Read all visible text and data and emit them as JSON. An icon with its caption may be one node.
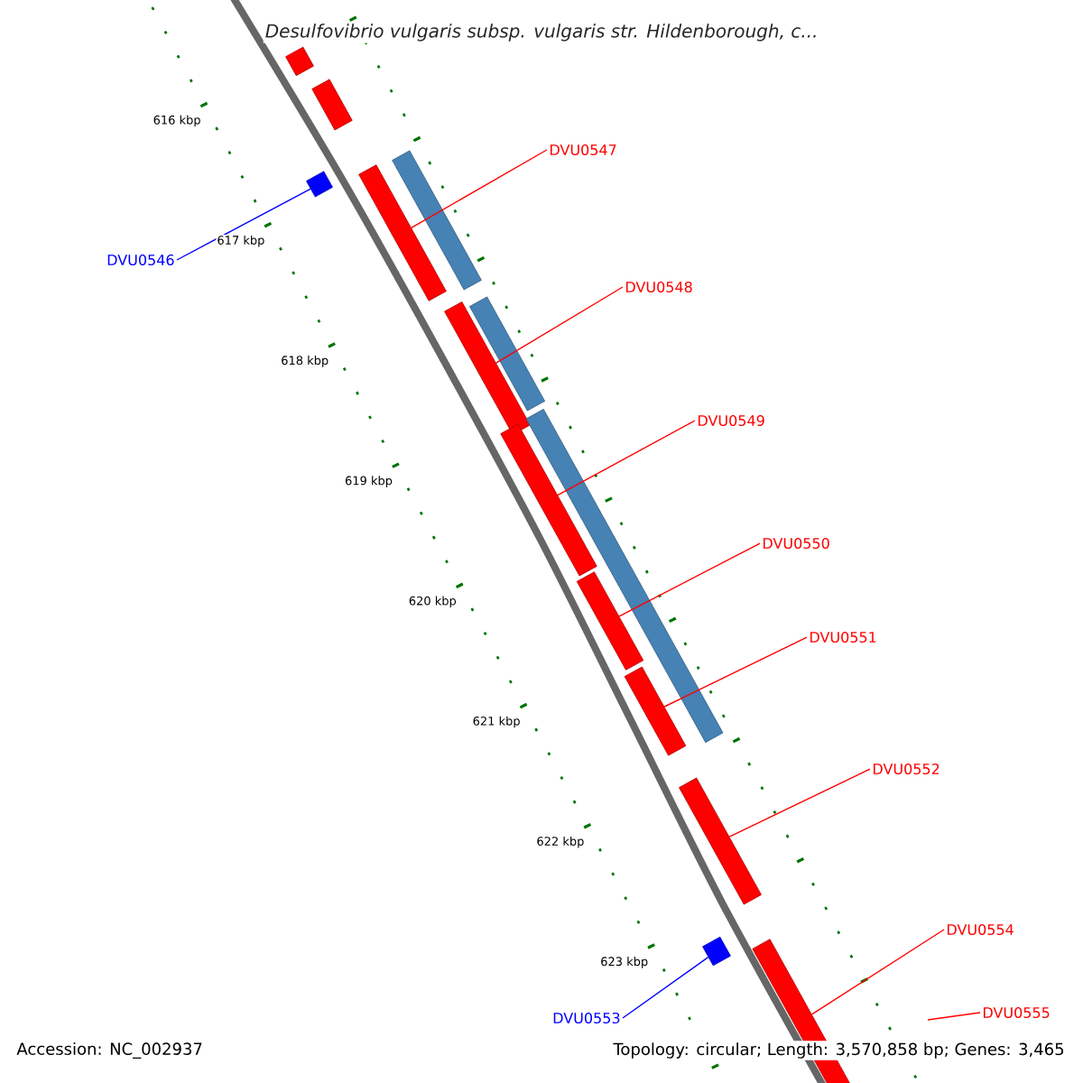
{
  "diagram": {
    "title": "Desulfovibrio vulgaris subsp. vulgaris str. Hildenborough, c...",
    "nodes": [
      {
        "text": [],
        "shape": "bar"
      },
      {
        "text": [],
        "shape": "bar"
      },
      {
        "text": [
          "DVU0547"
        ]
      },
      {
        "text": [],
        "shape": "bar"
      },
      {
        "text": [],
        "shape": "bar"
      },
      {
        "text": [],
        "shape": "bar"
      },
      {
        "text": [
          "DVU0546"
        ]
      },
      {
        "text": [
          "DVU0548"
        ]
      },
      {
        "text": [],
        "shape": "bar"
      },
      {
        "text": [],
        "shape": "bar"
      },
      {
        "text": [
          "DVU0549"
        ]
      },
      {
        "text": [],
        "shape": "bar"
      },
      {
        "text": [],
        "shape": "bar"
      },
      {
        "text": [
          "DVU0550"
        ]
      },
      {
        "text": [],
        "shape": "bar"
      },
      {
        "text": [
          "DVU0551"
        ]
      },
      {
        "text": [],
        "shape": "bar"
      },
      {
        "text": [
          "DVU0552"
        ]
      },
      {
        "text": [],
        "shape": "bar"
      },
      {
        "text": [
          "DVU0554"
        ]
      },
      {
        "text": [],
        "shape": "bar"
      },
      {
        "text": [],
        "shape": "bar"
      },
      {
        "text": [
          "DVU0553"
        ]
      },
      {
        "text": [
          "DVU0555"
        ]
      }
    ],
    "edges": [
      {
        "from": 6,
        "to": 3,
        "arrow": "none",
        "color": "#0000ff"
      },
      {
        "from": 2,
        "to": 5,
        "arrow": "none"
      },
      {
        "from": 7,
        "to": 9,
        "arrow": "none"
      },
      {
        "from": 10,
        "to": 11,
        "arrow": "none"
      },
      {
        "from": 13,
        "to": 14,
        "arrow": "none"
      },
      {
        "from": 15,
        "to": 16,
        "arrow": "none"
      },
      {
        "from": 17,
        "to": 18,
        "arrow": "none"
      },
      {
        "from": 22,
        "to": 20,
        "arrow": "none",
        "color": "#0000ff"
      },
      {
        "from": 19,
        "to": 21,
        "arrow": "none"
      },
      {
        "from": 23,
        "to": null,
        "arrow": "none"
      }
    ],
    "labels": [
      "616 kbp",
      "617 kbp",
      "618 kbp",
      "619 kbp",
      "620 kbp",
      "621 kbp",
      "622 kbp",
      "623 kbp",
      "Accession: NC_002937",
      "Topology: circular; Length: 3,570,858 bp; Genes: 3,465"
    ]
  }
}
